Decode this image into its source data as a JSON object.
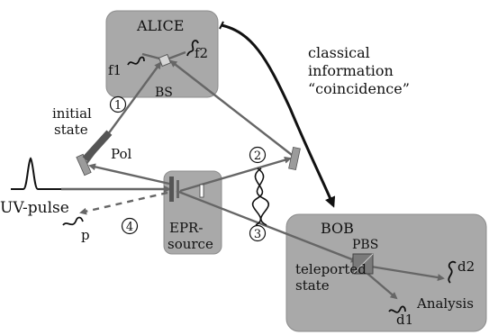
{
  "colors": {
    "box_fill": "#a9a9a9",
    "box_stroke": "#8c8c8c",
    "beam": "#666666",
    "ink": "#111111",
    "mirror": "#9b9b9b",
    "crystal": "#555555"
  },
  "alice": {
    "title": "ALICE",
    "detector_left": "f1",
    "detector_right": "f2",
    "splitter": "BS"
  },
  "bob": {
    "title": "BOB",
    "splitter": "PBS",
    "state_line1": "teleported",
    "state_line2": "state",
    "detector_right": "d2",
    "detector_bottom": "d1",
    "analysis": "Analysis"
  },
  "classical": {
    "line1": "classical",
    "line2": "information",
    "line3": "“coincidence”"
  },
  "initial_state": {
    "line1": "initial",
    "line2": "state"
  },
  "polarizer": "Pol",
  "pump": "UV-pulse",
  "source": {
    "line1": "EPR-",
    "line2": "source"
  },
  "photon_p": "p",
  "paths": {
    "p1": "1",
    "p2": "2",
    "p3": "3",
    "p4": "4"
  }
}
